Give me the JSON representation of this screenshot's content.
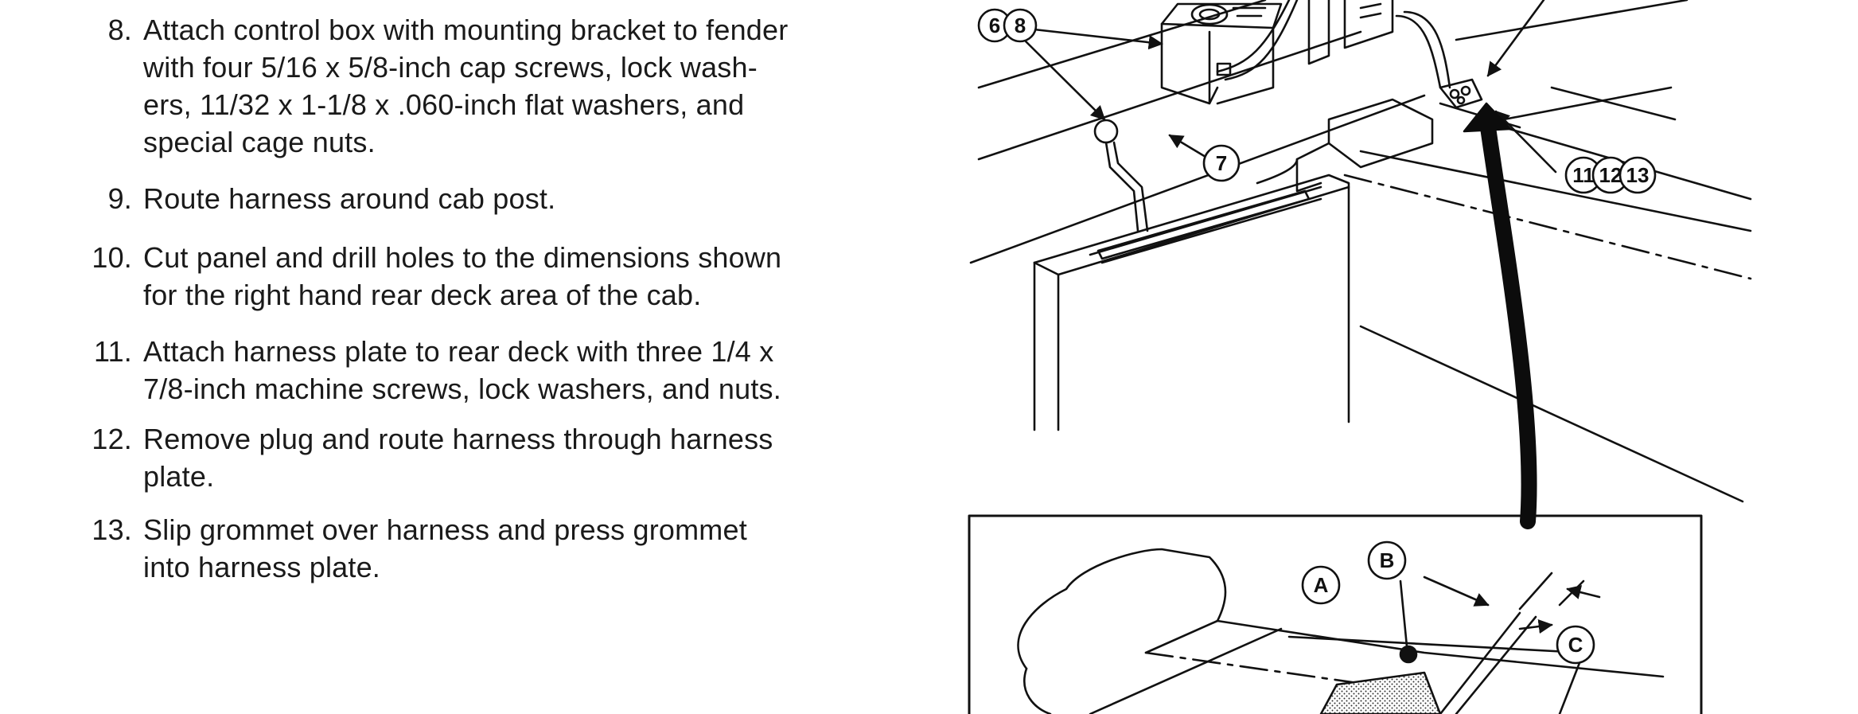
{
  "steps": [
    {
      "number": "8.",
      "lines": [
        "Attach control box with mounting bracket to fender",
        "with four 5/16 x 5/8-inch cap screws, lock wash-",
        "ers, 11/32 x 1-1/8 x .060-inch flat washers, and",
        "special cage nuts."
      ]
    },
    {
      "number": "9.",
      "lines": [
        "Route harness around cab post."
      ]
    },
    {
      "number": "10.",
      "lines": [
        "Cut panel and drill holes to the dimensions shown",
        "for the right hand rear deck area of the cab."
      ]
    },
    {
      "number": "11.",
      "lines": [
        "Attach harness plate to rear deck with three 1/4 x",
        "7/8-inch machine screws, lock washers, and nuts."
      ]
    },
    {
      "number": "12.",
      "lines": [
        "Remove plug and route harness through harness",
        "plate."
      ]
    },
    {
      "number": "13.",
      "lines": [
        "Slip grommet over harness and press grommet",
        "into harness plate."
      ]
    }
  ],
  "figure": {
    "callouts": {
      "c6": "6",
      "c8": "8",
      "c7": "7",
      "c11": "11",
      "c12": "12",
      "c13": "13",
      "cA": "A",
      "cB": "B",
      "cC": "C"
    }
  }
}
